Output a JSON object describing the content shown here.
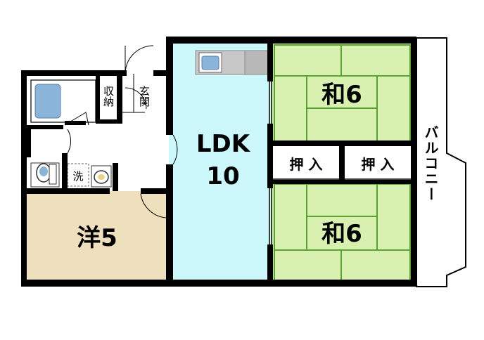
{
  "colors": {
    "wall": "#000000",
    "ldk_floor": "#ccf7fb",
    "western_floor": "#efe0bd",
    "tatami": "#d8f0b0",
    "tatami_line": "#59a332",
    "fixture": "#8ab4d8",
    "counter": "#c8c8c8",
    "balcony": "#ffffff"
  },
  "rooms": {
    "ldk": {
      "name": "LDK",
      "size": "10"
    },
    "western": {
      "label": "洋5"
    },
    "japanese_top": {
      "label": "和6"
    },
    "japanese_bottom": {
      "label": "和6"
    },
    "closet_left": {
      "label": "押 入"
    },
    "closet_right": {
      "label": "押 入"
    },
    "balcony": {
      "label": "バルコニー"
    },
    "storage": {
      "label": "収納"
    },
    "entrance": {
      "label": "玄関"
    },
    "washroom": {
      "label": "洗"
    }
  },
  "icons": [
    "bathtub-icon",
    "toilet-icon",
    "washbasin-icon",
    "kitchen-sink-icon"
  ]
}
